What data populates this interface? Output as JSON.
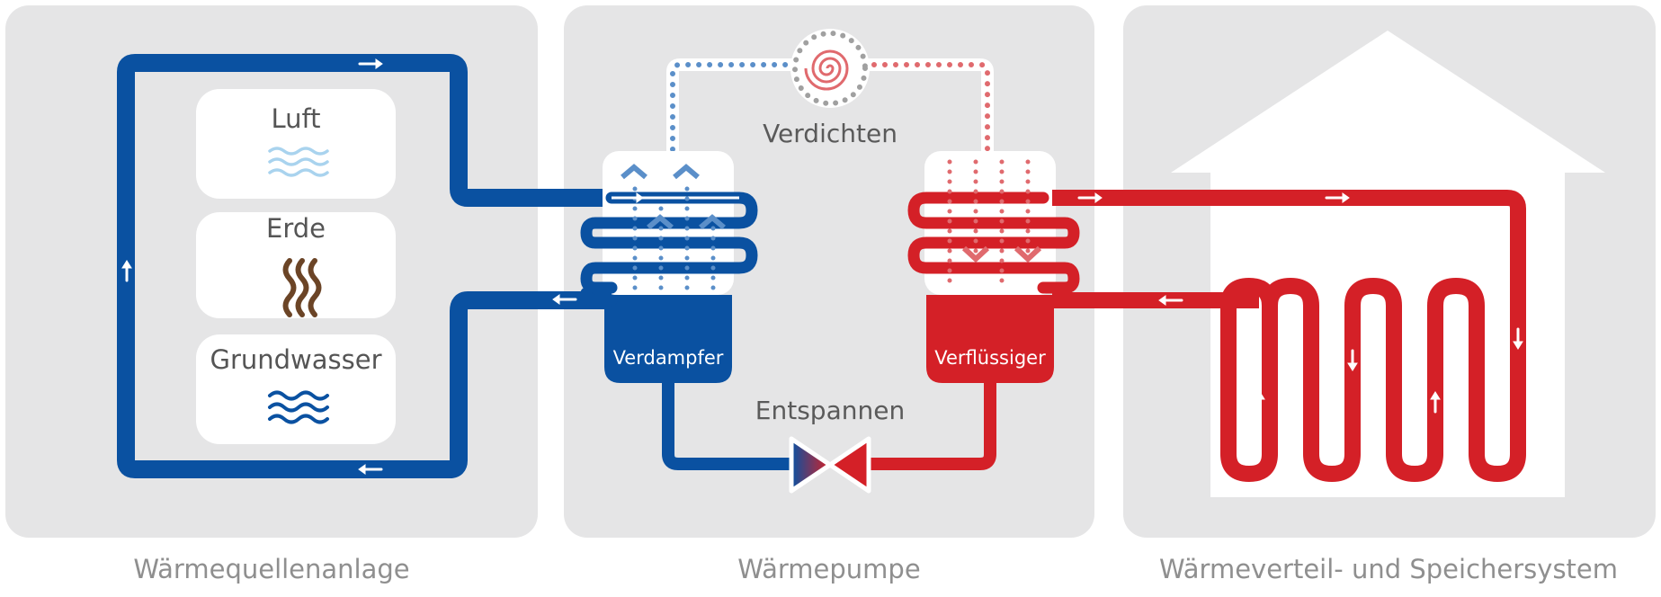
{
  "sections": {
    "source": "Wärmequellenanlage",
    "pump": "Wärmepumpe",
    "distribution": "Wärmeverteil- und Speichersystem"
  },
  "sources": {
    "air": "Luft",
    "earth": "Erde",
    "groundwater": "Grundwasser"
  },
  "process": {
    "compress": "Verdichten",
    "expand": "Entspannen"
  },
  "units": {
    "evaporator": "Verdampfer",
    "condenser": "Verflüssiger"
  },
  "colors": {
    "cold": "#0a51a1",
    "hot": "#d42027",
    "panel": "#e5e5e6",
    "cold_light": "#5b8fc9",
    "hot_light": "#e06a6e",
    "earth": "#6b4426",
    "air": "#a9d3ee"
  }
}
